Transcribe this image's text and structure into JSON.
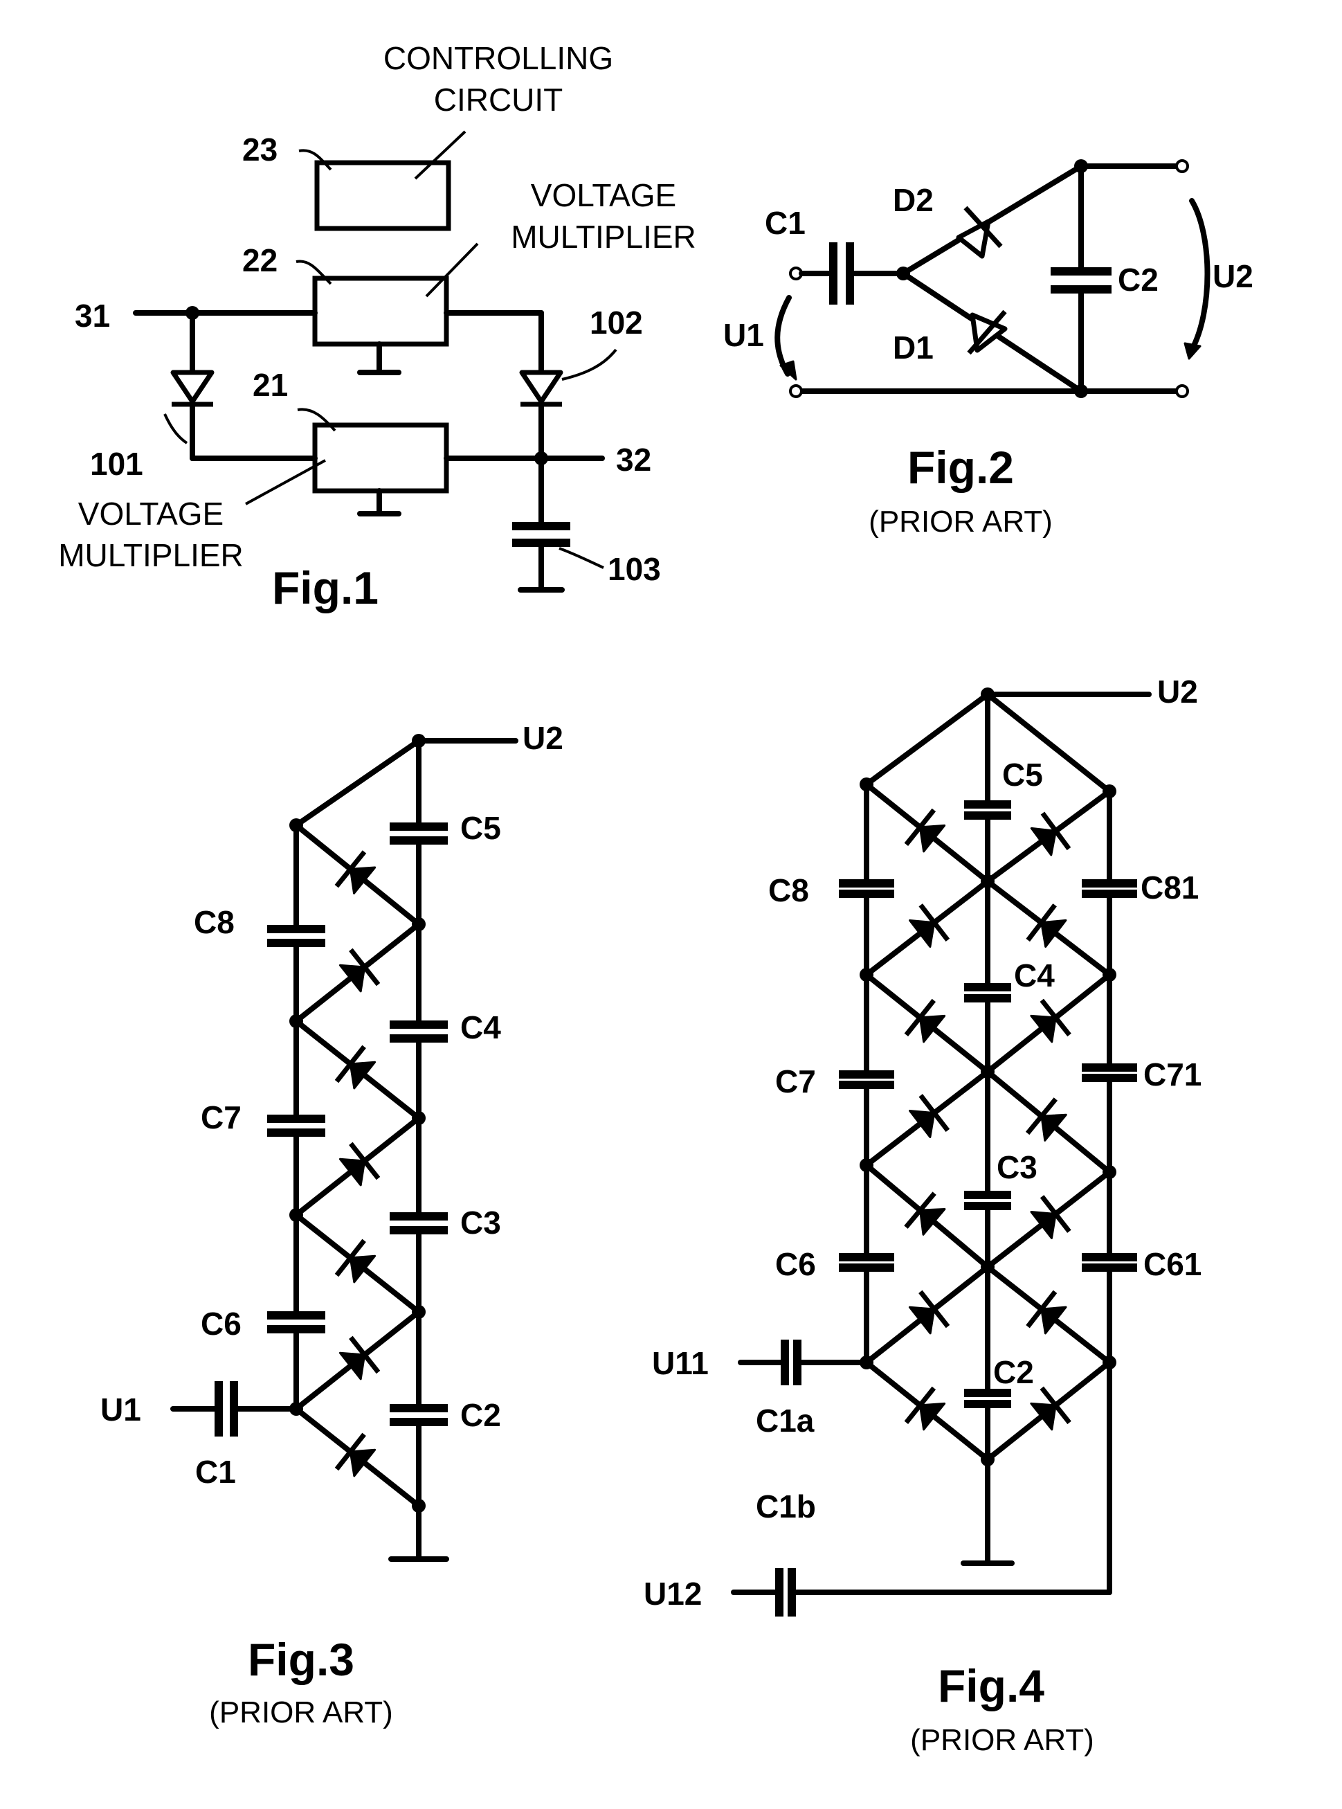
{
  "fig1": {
    "title": "Fig.1",
    "controlling_circuit": [
      "CONTROLLING",
      "CIRCUIT"
    ],
    "voltage_multiplier_top": [
      "VOLTAGE",
      "MULTIPLIER"
    ],
    "voltage_multiplier_bottom": [
      "VOLTAGE",
      "MULTIPLIER"
    ],
    "ref_23": "23",
    "ref_22": "22",
    "ref_21": "21",
    "ref_31": "31",
    "ref_32": "32",
    "ref_101": "101",
    "ref_102": "102",
    "ref_103": "103"
  },
  "fig2": {
    "title": "Fig.2",
    "subtitle": "(PRIOR ART)",
    "c1": "C1",
    "c2": "C2",
    "d1": "D1",
    "d2": "D2",
    "u1": "U1",
    "u2": "U2"
  },
  "fig3": {
    "title": "Fig.3",
    "subtitle": "(PRIOR ART)",
    "u1": "U1",
    "u2": "U2",
    "c1": "C1",
    "c2": "C2",
    "c3": "C3",
    "c4": "C4",
    "c5": "C5",
    "c6": "C6",
    "c7": "C7",
    "c8": "C8"
  },
  "fig4": {
    "title": "Fig.4",
    "subtitle": "(PRIOR ART)",
    "u2": "U2",
    "u11": "U11",
    "u12": "U12",
    "c1a": "C1a",
    "c1b": "C1b",
    "c2": "C2",
    "c3": "C3",
    "c4": "C4",
    "c5": "C5",
    "c6": "C6",
    "c7": "C7",
    "c8": "C8",
    "c61": "C61",
    "c71": "C71",
    "c81": "C81"
  }
}
